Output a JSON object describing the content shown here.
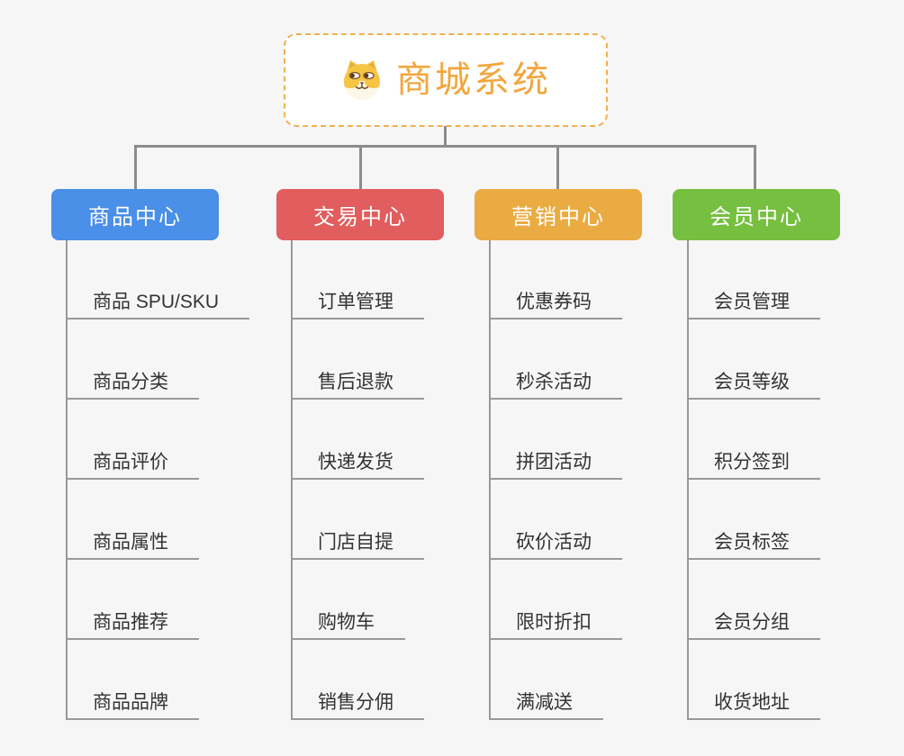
{
  "root": {
    "title": "商城系统",
    "icon": "dog-face-icon"
  },
  "colors": {
    "background": "#F6F6F6",
    "root_border": "#F0B050",
    "root_text": "#F2A63C",
    "connector": "#8C8C8C",
    "topic_text": "#333333",
    "topic_line": "#999999"
  },
  "branches": [
    {
      "label": "商品中心",
      "color": "#4A8FE8",
      "items": [
        "商品 SPU/SKU",
        "商品分类",
        "商品评价",
        "商品属性",
        "商品推荐",
        "商品品牌"
      ]
    },
    {
      "label": "交易中心",
      "color": "#E25D5D",
      "items": [
        "订单管理",
        "售后退款",
        "快递发货",
        "门店自提",
        "购物车",
        "销售分佣"
      ]
    },
    {
      "label": "营销中心",
      "color": "#EAAB42",
      "items": [
        "优惠券码",
        "秒杀活动",
        "拼团活动",
        "砍价活动",
        "限时折扣",
        "满减送"
      ]
    },
    {
      "label": "会员中心",
      "color": "#76BF40",
      "items": [
        "会员管理",
        "会员等级",
        "积分签到",
        "会员标签",
        "会员分组",
        "收货地址"
      ]
    }
  ]
}
